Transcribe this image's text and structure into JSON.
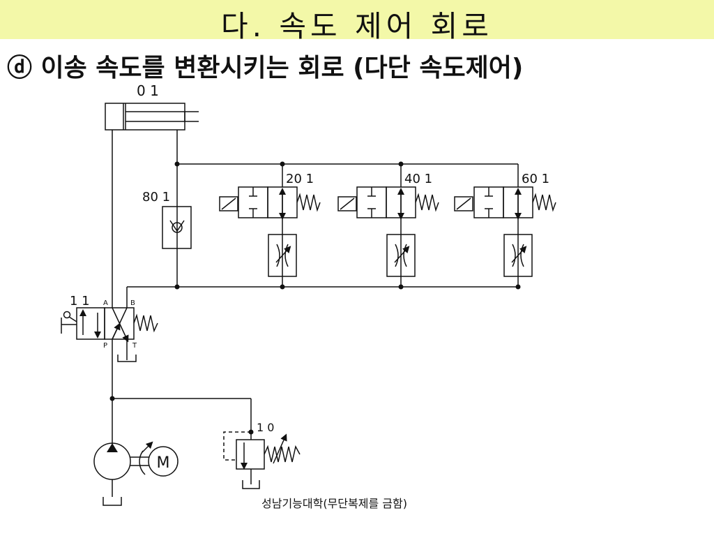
{
  "header": {
    "title": "다. 속도 제어 회로"
  },
  "subtitle": "ⓓ 이송 속도를 변환시키는 회로 (다단 속도제어)",
  "components": {
    "cylinder": "0 1",
    "main_valve": "1 1",
    "check_valve": "80 1",
    "solenoid_1": "20 1",
    "solenoid_2": "40 1",
    "solenoid_3": "60 1",
    "relief_valve": "1 0",
    "motor": "M"
  },
  "ports": {
    "a": "A",
    "b": "B",
    "p": "P",
    "t": "T"
  },
  "footer": {
    "credit": "성남기능대학(무단복제를 금함)"
  },
  "colors": {
    "title_bg": "#f3f8a8",
    "line": "#111111",
    "port_label": "#aaaaaa"
  }
}
